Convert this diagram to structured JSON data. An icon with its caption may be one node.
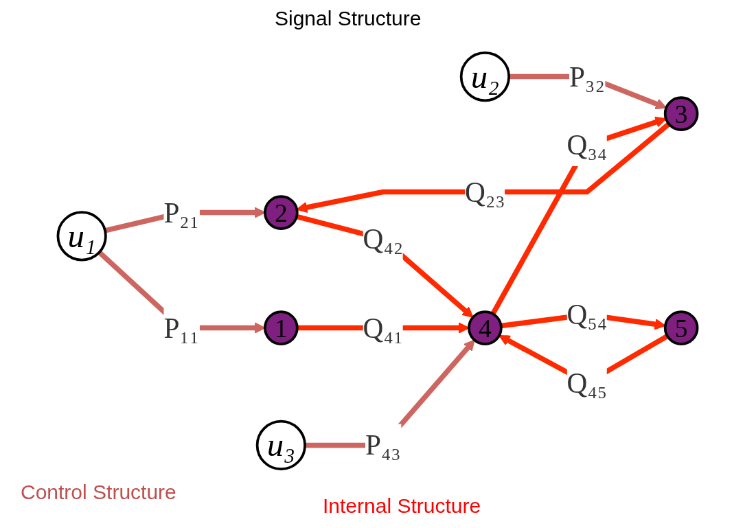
{
  "diagram": {
    "nodes": [
      {
        "text": [
          "u₁"
        ]
      },
      {
        "text": [
          "1"
        ]
      },
      {
        "text": [
          "2"
        ]
      },
      {
        "text": [
          "3"
        ]
      },
      {
        "text": [
          "4"
        ]
      },
      {
        "text": [
          "5"
        ]
      },
      {
        "text": [
          "u₂"
        ]
      },
      {
        "text": [
          "u₃"
        ]
      }
    ],
    "edges": [
      {
        "from": 0,
        "to": 2,
        "arrow": "to",
        "label": "P₂₁",
        "color": "#cd6660"
      },
      {
        "from": 0,
        "to": 1,
        "arrow": "to",
        "label": "P₁₁",
        "color": "#cd6660"
      },
      {
        "from": 6,
        "to": 3,
        "arrow": "to",
        "label": "P₃₂",
        "color": "#cd6660"
      },
      {
        "from": 3,
        "to": 2,
        "arrow": "to",
        "label": "Q₂₃"
      },
      {
        "from": 2,
        "to": 4,
        "arrow": "to",
        "label": "Q₄₂"
      },
      {
        "from": 1,
        "to": 4,
        "arrow": "to",
        "label": "Q₄₁"
      },
      {
        "from": 4,
        "to": 3,
        "arrow": "to",
        "label": "Q₃₄"
      },
      {
        "from": 7,
        "to": 4,
        "arrow": "to",
        "label": "P₄₃",
        "color": "#cd6660"
      },
      {
        "from": 5,
        "to": 4,
        "arrow": "to",
        "label": "Q₄₅"
      },
      {
        "from": 4,
        "to": 5,
        "arrow": "to",
        "label": "Q₅₄"
      }
    ],
    "labels": [
      "Signal Structure",
      "Control Structure",
      "Internal Structure"
    ]
  }
}
